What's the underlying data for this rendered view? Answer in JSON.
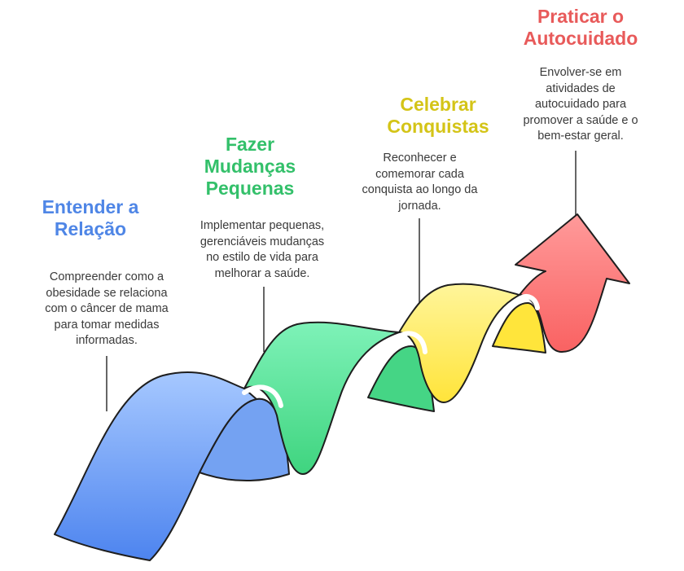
{
  "steps": [
    {
      "title_lines": [
        "Entender a",
        "Relação"
      ],
      "description_lines": [
        "Compreender como a",
        "obesidade se relaciona",
        "com o câncer de mama",
        "para tomar medidas",
        "informadas."
      ],
      "color": "#4f86e6"
    },
    {
      "title_lines": [
        "Fazer",
        "Mudanças",
        "Pequenas"
      ],
      "description_lines": [
        "Implementar pequenas,",
        "gerenciáveis mudanças",
        "no estilo de vida para",
        "melhorar a saúde."
      ],
      "color": "#33c06a"
    },
    {
      "title_lines": [
        "Celebrar",
        "Conquistas"
      ],
      "description_lines": [
        "Reconhecer e",
        "comemorar cada",
        "conquista ao longo da",
        "jornada."
      ],
      "color": "#d4c417"
    },
    {
      "title_lines": [
        "Praticar o",
        "Autocuidado"
      ],
      "description_lines": [
        "Envolver-se em",
        "atividades de",
        "autocuidado para",
        "promover a saúde e o",
        "bem-estar geral."
      ],
      "color": "#e85a5a"
    }
  ]
}
